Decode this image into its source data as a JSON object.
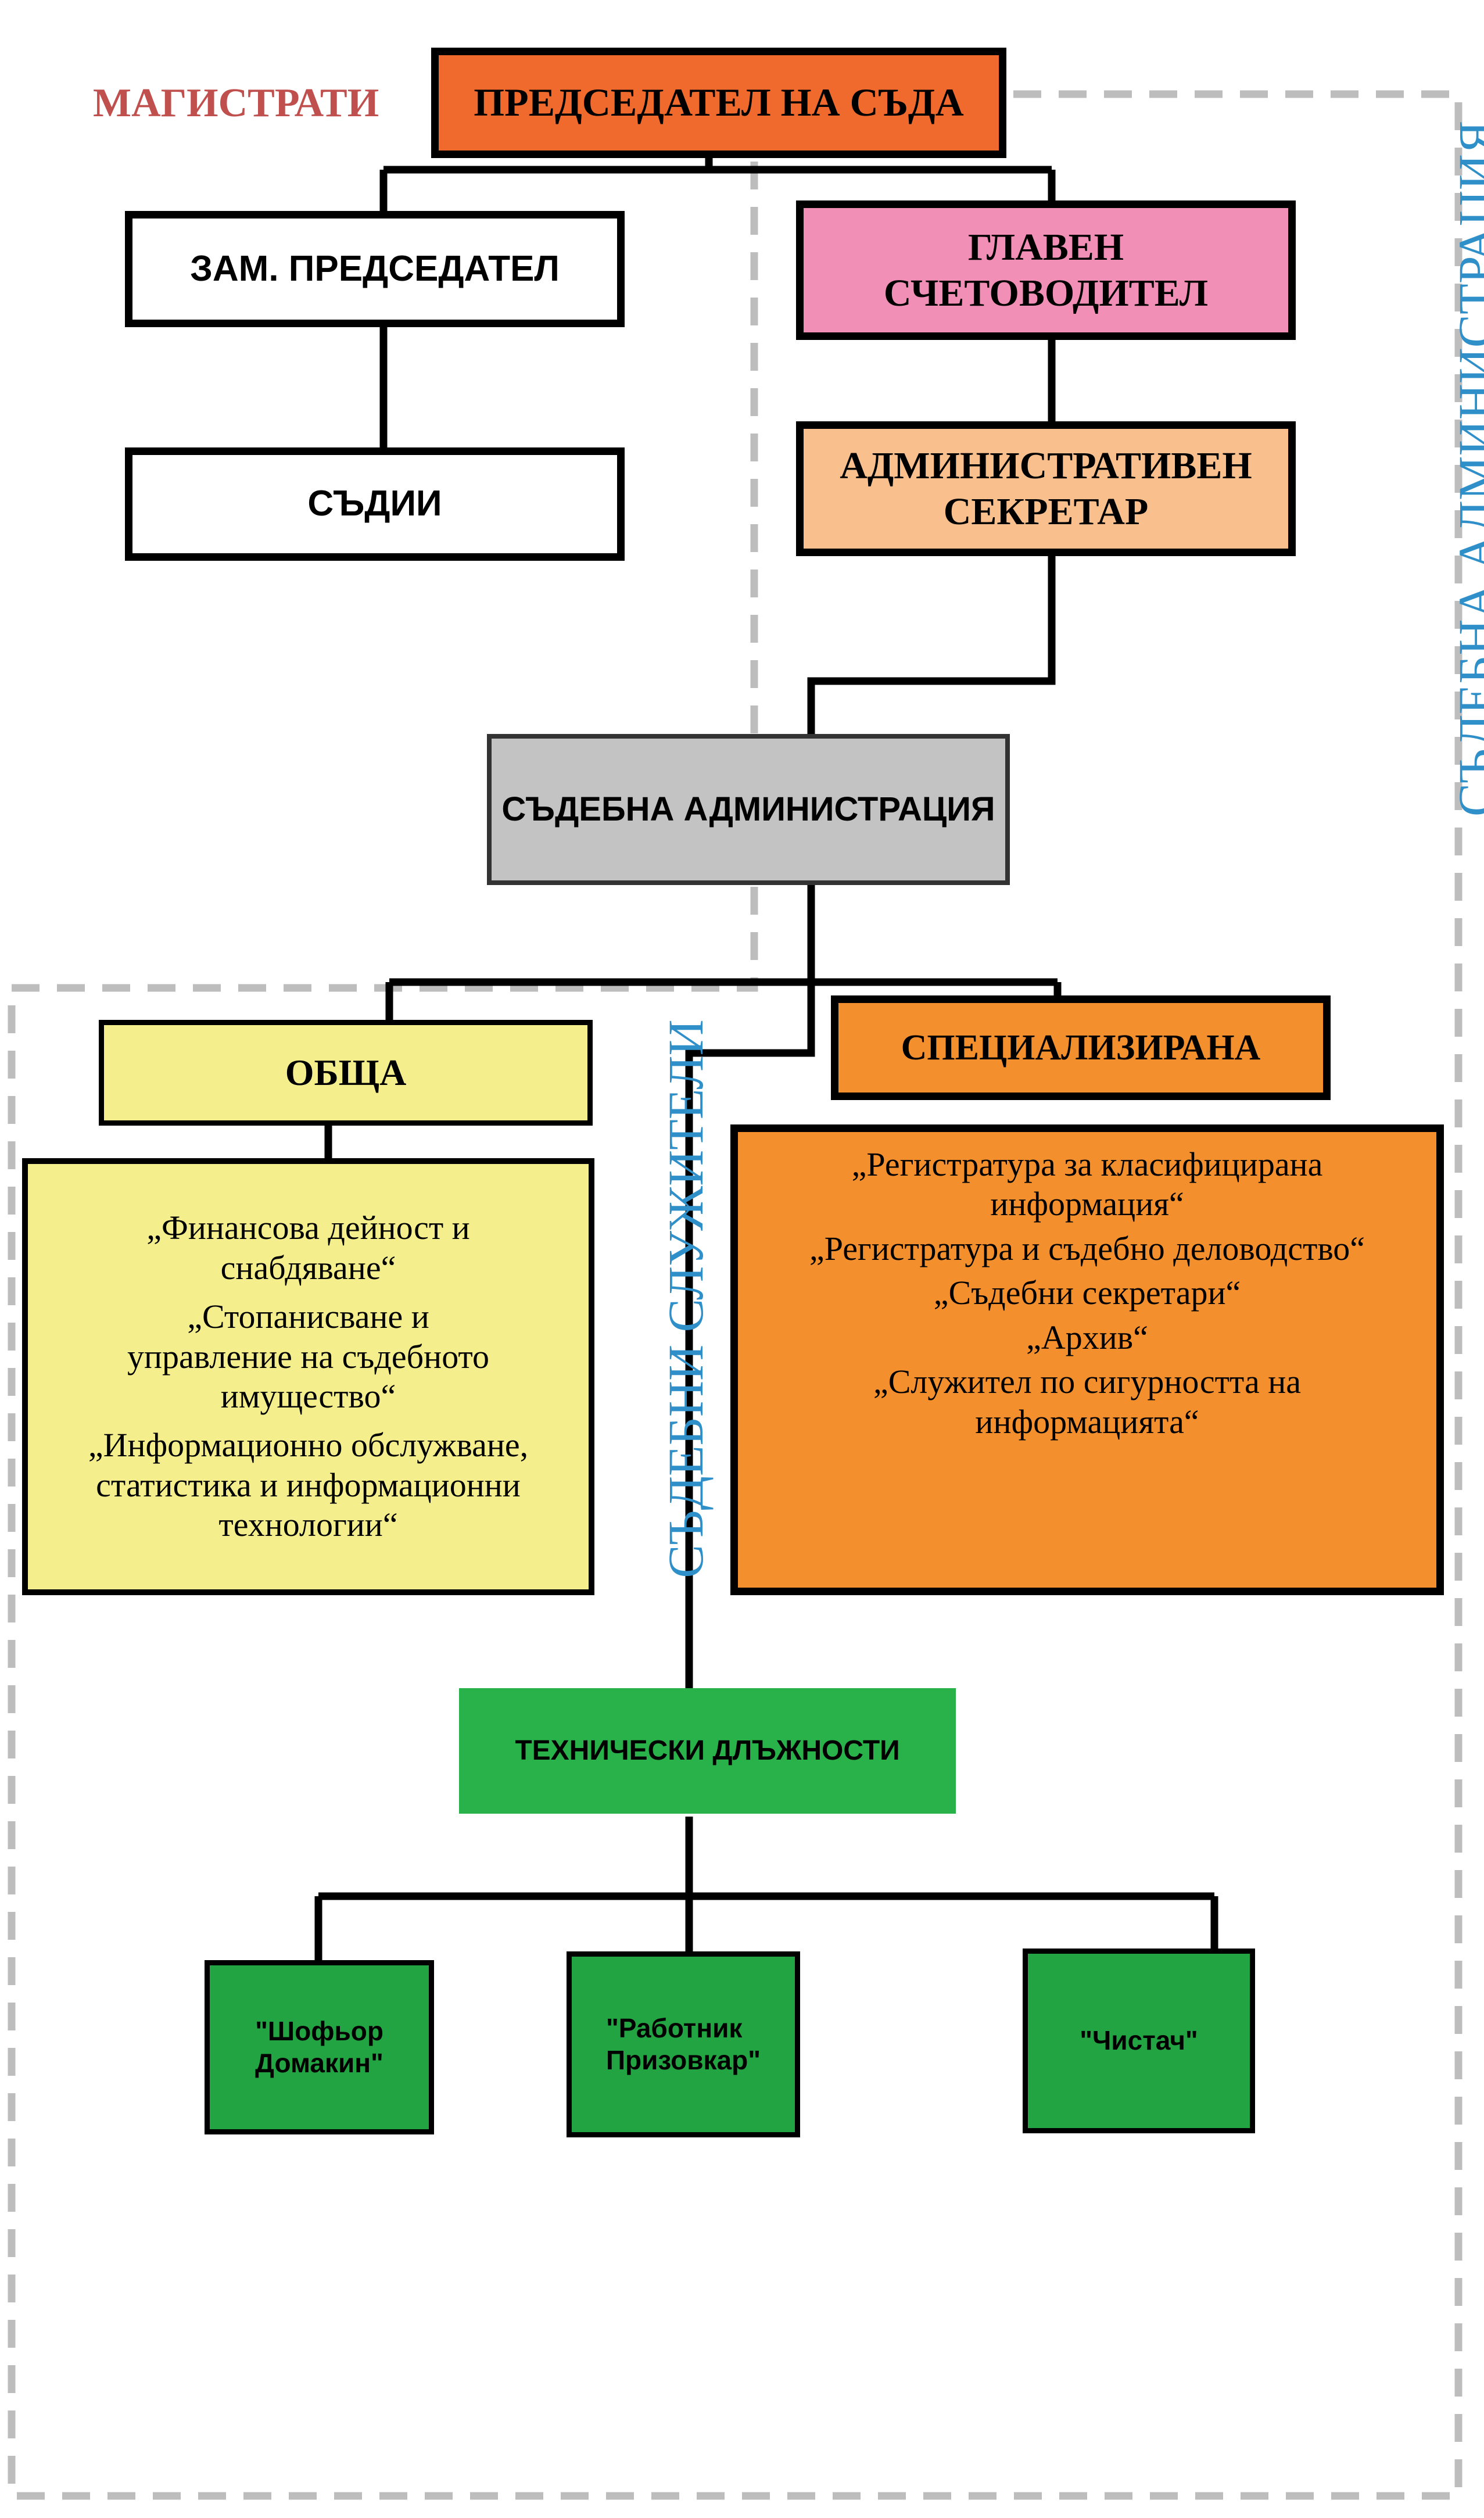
{
  "colors": {
    "president": "#ef6a2c",
    "accountant": "#f28fb7",
    "secretary": "#f9c08e",
    "administration": "#c3c3c3",
    "general": "#f4ef8c",
    "specialized": "#f38f2c",
    "technical": "#29b24a",
    "technical_sub": "#22a442",
    "magistrates_label": "#c0504d",
    "vertical_label": "#2f8fc9",
    "dashed_border": "#bdbdbd"
  },
  "labels": {
    "magistrates": "МАГИСТРАТИ",
    "court_administration_vertical": "СЪДЕБНА АДМИНИСТРАЦИЯ",
    "court_officials_vertical": "СЪДЕБНИ СЛУЖИТЕЛИ"
  },
  "boxes": {
    "president": "ПРЕДСЕДАТЕЛ НА СЪДА",
    "deputy": "ЗАМ. ПРЕДСЕДАТЕЛ",
    "judges": "СЪДИИ",
    "chief_accountant": "ГЛАВЕН\nСЧЕТОВОДИТЕЛ",
    "admin_secretary": "АДМИНИСТРАТИВЕН\nСЕКРЕТАР",
    "court_administration": "СЪДЕБНА АДМИНИСТРАЦИЯ",
    "general": "ОБЩА",
    "specialized": "СПЕЦИАЛИЗИРАНА",
    "technical": "ТЕХНИЧЕСКИ ДЛЪЖНОСТИ",
    "driver": "\"Шофьор\nДомакин\"",
    "worker": "\"Работник\nПризовкар\"",
    "cleaner": "\"Чистач\""
  },
  "general_items": [
    "„Финансова дейност и\nснабдяване“",
    "„Стопанисване и\nуправление на съдебното\nимущество“",
    "„Информационно обслужване,\nстатистика и информационни\nтехнологии“"
  ],
  "specialized_items": [
    "„Регистратура за класифицирана\nинформация“",
    "„Регистратура и съдебно деловодство“",
    "„Съдебни секретари“",
    "„Архив“",
    "„Служител по сигурността на\nинформацията“"
  ]
}
